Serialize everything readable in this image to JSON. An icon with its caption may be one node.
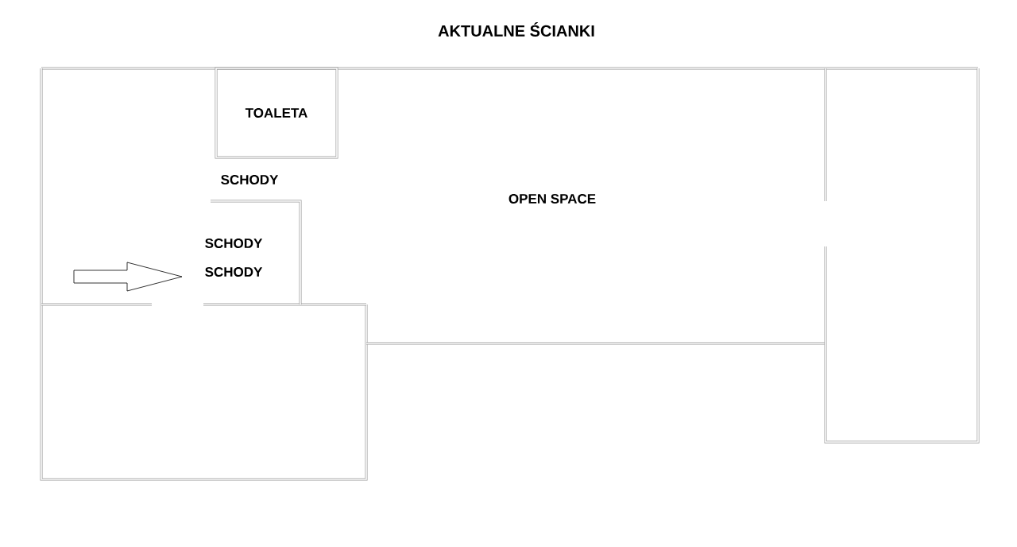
{
  "diagram": {
    "title": "AKTUALNE ŚCIANKI",
    "nodes": [
      {
        "text": [
          "TOALETA"
        ]
      }
    ],
    "labels": [
      "SCHODY",
      "OPEN SPACE",
      "SCHODY",
      "SCHODY"
    ]
  }
}
